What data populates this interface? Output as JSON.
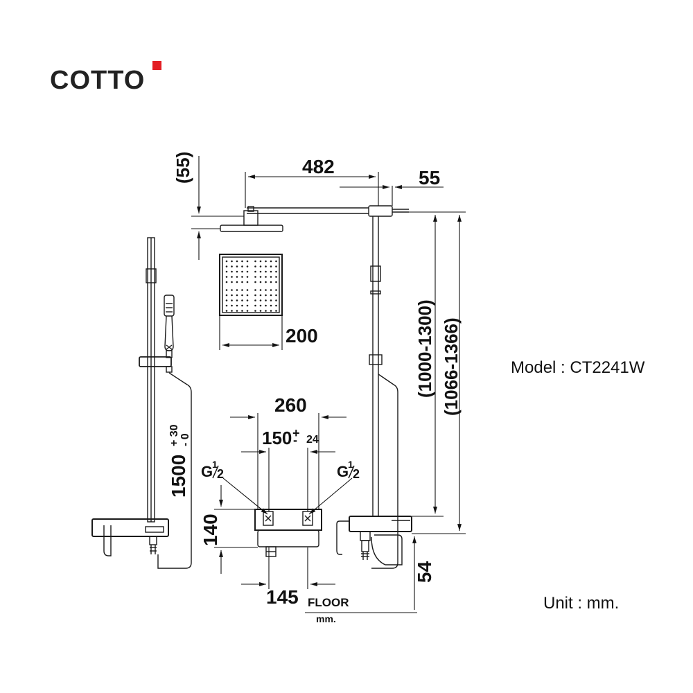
{
  "brand": {
    "name": "COTTO",
    "mark_color": "#e31e24"
  },
  "model": {
    "label": "Model : CT2241W"
  },
  "unit": {
    "label": "Unit : mm."
  },
  "dimensions": {
    "top_offset": "(55)",
    "arm_length": "482",
    "arm_end": "55",
    "head_width": "200",
    "height_range_1": "(1000-1300)",
    "height_range_2": "(1066-1366)",
    "valve_width": "260",
    "inlet_spacing": "150",
    "inlet_tol_plus": "+",
    "inlet_tol_minus": "-",
    "inlet_tol_value": "24",
    "inlet_thread_left": "G",
    "inlet_thread_right": "G",
    "thread_fraction_num": "1",
    "thread_fraction_den": "2",
    "valve_height": "140",
    "outlet_spacing": "145",
    "floor_label": "FLOOR",
    "floor_unit": "mm.",
    "spout_height": "54",
    "install_height": "1500",
    "install_tol_plus": "+ 30",
    "install_tol_minus": "- 0"
  },
  "colors": {
    "line": "#1a1a1a",
    "accent": "#e31e24"
  }
}
